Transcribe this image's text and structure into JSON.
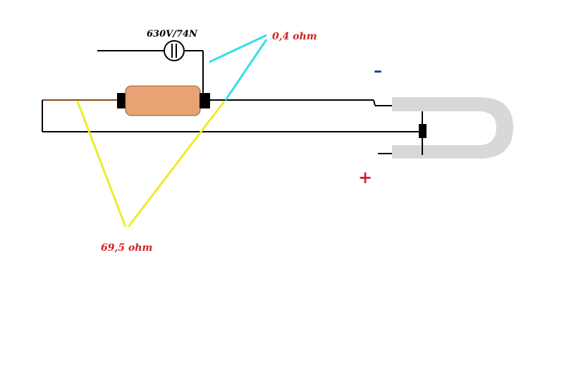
{
  "labels": {
    "capacitor_rating": "630V/74N",
    "low_resistance": "0,4 ohm",
    "high_resistance": "69,5 ohm",
    "minus_sign": "–",
    "plus_sign": "+"
  },
  "colors": {
    "wire": "#000000",
    "lead_brown": "#8b4513",
    "resistor_body": "#e9a273",
    "end_caps": "#000000",
    "tube": "#d8d8d8",
    "pointer_cyan": "#33e0ee",
    "pointer_yellow": "#f0ea2a",
    "label_red": "#d42020",
    "minus_blue": "#1f3aa8",
    "plus_red": "#d42020"
  }
}
